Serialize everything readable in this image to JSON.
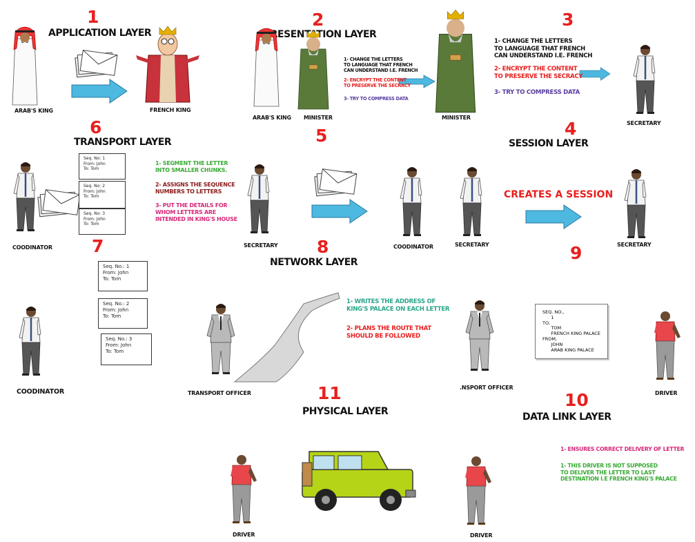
{
  "steps": [
    {
      "num": "1",
      "layer": "APPLICATION LAYER"
    },
    {
      "num": "2",
      "layer": "PRESENTATION LAYER"
    },
    {
      "num": "3",
      "layer": ""
    },
    {
      "num": "4",
      "layer": "SESSION LAYER"
    },
    {
      "num": "5",
      "layer": ""
    },
    {
      "num": "6",
      "layer": "TRANSPORT LAYER"
    },
    {
      "num": "7",
      "layer": ""
    },
    {
      "num": "8",
      "layer": "NETWORK LAYER"
    },
    {
      "num": "9",
      "layer": ""
    },
    {
      "num": "10",
      "layer": "DATA LINK LAYER"
    },
    {
      "num": "11",
      "layer": "PHYSICAL LAYER"
    }
  ],
  "captions": {
    "arab_king_1": "ARAB'S KING",
    "french_king": "FRENCH KING",
    "arab_king_2": "ARAB'S KING",
    "minister_small": "MINISTER",
    "minister_big": "MINISTER",
    "secretary_3": "SECRETARY",
    "coodinator_6": "COODINATOR",
    "secretary_5": "SECRETARY",
    "coodinator_5": "COODINATOR",
    "secretary_5b": "SECRETARY",
    "secretary_4": "SECRETARY",
    "coodinator_7": "COODINATOR",
    "transport_officer": "TRANSPORT OFFICER",
    "nsport_officer": ".NSPORT OFFICER",
    "driver_9": "DRIVER",
    "driver_11": "DRIVER",
    "driver_10": "DRIVER"
  },
  "presentation_notes": {
    "n1": "1- CHANGE THE LETTERS\nTO LANGUAGE THAT FRENCH\nCAN UNDERSTAND I.E. FRENCH",
    "n2": "2- ENCRYPT THE CONTENT\nTO PRESERVE THE SECRACY",
    "n3": "3- TRY TO COMPRESS DATA"
  },
  "step3_notes": {
    "n1": "1- CHANGE THE LETTERS\nTO LANGUAGE THAT FRENCH\nCAN UNDERSTAND I.E. FRENCH",
    "n2": "2- ENCRYPT THE CONTENT\nTO PRESERVE THE SECRACY",
    "n3": "3- TRY TO COMPRESS DATA"
  },
  "transport_notes": {
    "n1": "1- SEGMENT THE LETTER\nINTO SMALLER CHUNKS.",
    "n2": "2- ASSIGNS THE SEQUENCE\nNUMBERS TO LETTERS",
    "n3": "3- PUT THE DETAILS FOR\nWHOM LETTERS ARE\nINTENDED IN KING'S HOUSE"
  },
  "session_text": "CREATES A SESSION",
  "cards_small": [
    "Seq. No: 1\nFrom: John\nTo: Tom",
    "Seq. No: 2\nFrom: John\nTo: Tom",
    "Seq. No: 3\nFrom: John\nTo: Tom"
  ],
  "cards_large": [
    "Seq. No.: 1\nFrom: John\nTo: Tom",
    "Seq. No.: 2\nFrom: John\nTo: Tom",
    "Seq. No.: 3\nFrom: John\nTo: Tom"
  ],
  "network_notes": {
    "n1": "1- WRITES THE ADDRESS OF\nKING'S PALACE ON EACH LETTER",
    "n2": "2- PLANS THE ROUTE THAT\nSHOULD BE FOLLOWED"
  },
  "address_card": "SEQ. NO.,\n      1\nTO,\n      TOM\n      FRENCH KING PALACE\nFROM,\n      JOHN\n      ARAB KING PALACE",
  "datalink_notes": {
    "n1": "1- ENSURES CORRECT DELIVERY OF LETTER",
    "n2": "1- THIS DRIVER IS NOT SUPPOSED\nTO DELIVER THE LETTER TO LAST\nDESTINATION I.E FRENCH KING'S PALACE"
  },
  "colors": {
    "number_red": "#e8201f",
    "arrow_blue": "#4db8e0",
    "note_green": "#3aaa35",
    "note_darkred": "#8b1a1a",
    "note_magenta": "#d6287a",
    "note_purple": "#5a3da0",
    "note_red": "#e8201f",
    "teal": "#2aa58a",
    "jeep_green": "#b5d417"
  }
}
